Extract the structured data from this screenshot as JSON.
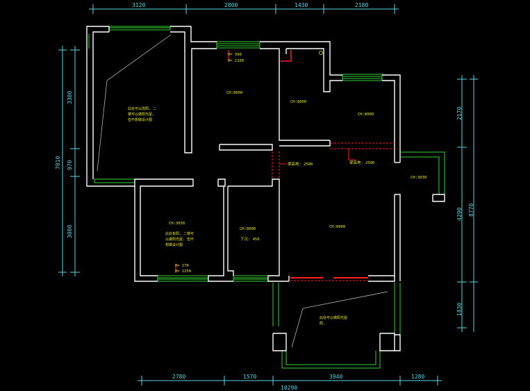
{
  "top_dimensions": [
    "3120",
    "2800",
    "1430",
    "2180"
  ],
  "bottom_dimensions": [
    "2780",
    "1570",
    "3940",
    "1280"
  ],
  "bottom_total": "10290",
  "left_dimensions": [
    "3380",
    "970",
    "3080"
  ],
  "left_total": "7810",
  "right_dimensions": [
    "2170",
    "4290",
    "1830"
  ],
  "right_total": "8770",
  "room_labels": [
    "CH:8000",
    "CH:8000",
    "CH:8000",
    "CH:3030",
    "CH:3030",
    "CH:8000",
    "CH:8000"
  ],
  "beam_labels": [
    "梁高地: 2580",
    "梁高地: 2580"
  ],
  "window_marks": {
    "top_h": "H= 390",
    "top_hw": "H= 2160",
    "bottom_h": "H= 270",
    "bottom_hw": "H= 2250"
  },
  "closet_note": "下沉: 450",
  "notes": {
    "balcony_left": [
      "此处可以改阳, 二",
      "楼可以做阳光屋,",
      "但不想做设计图"
    ],
    "room_bottom_left": [
      "此处有阳, 二楼可",
      "以做阳光屋, 但不",
      "想做设计图"
    ],
    "balcony_bottom": [
      "此处可以做阳光屋",
      "阳,"
    ]
  }
}
